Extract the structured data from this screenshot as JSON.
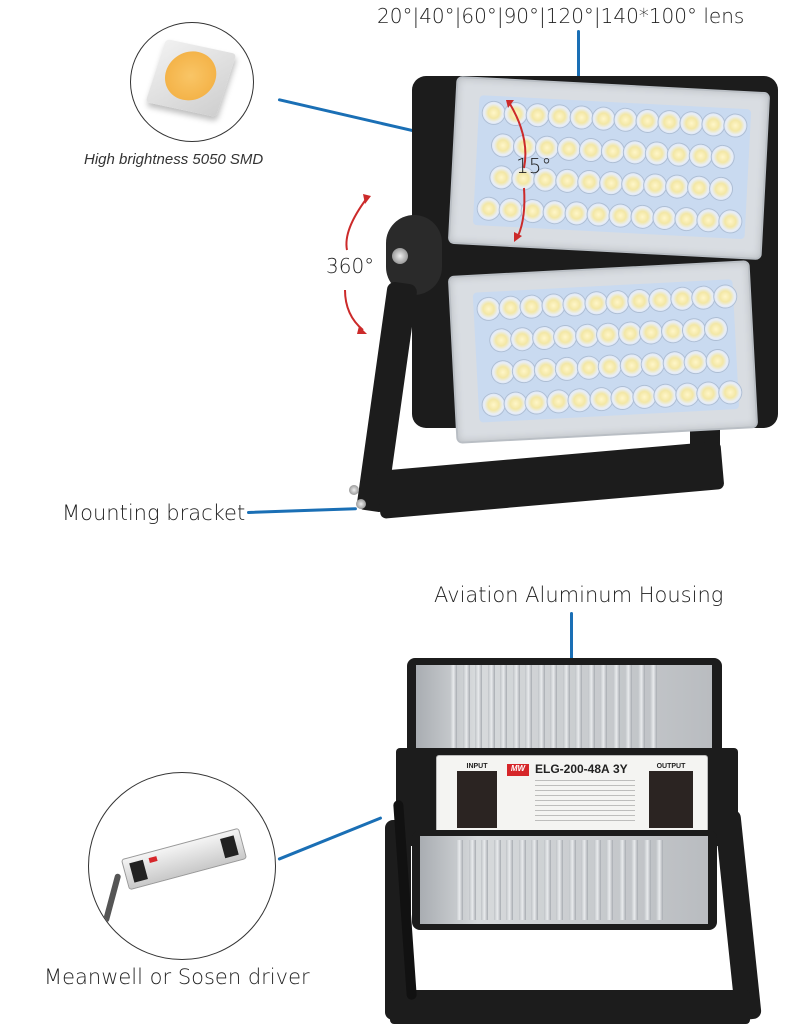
{
  "top_section": {
    "lens_label": "20°|40°|60°|90°|120°|140*100° lens",
    "smd_caption": "High brightness 5050 SMD",
    "beam_angle_label": "15°",
    "rotation_label": "360°",
    "bracket_label": "Mounting bracket"
  },
  "bottom_section": {
    "housing_label": "Aviation Aluminum Housing",
    "driver_label": "Meanwell or Sosen driver",
    "driver_plate": {
      "input": "INPUT",
      "output": "OUTPUT",
      "brand": "MW",
      "model": "ELG-200-48A",
      "warranty": "3Y"
    }
  },
  "colors": {
    "callout_line": "#1a6fb5",
    "arrow_red": "#cc2a2a",
    "housing_black": "#1c1c1c",
    "led_chip_yellow": "#f5b84a"
  }
}
